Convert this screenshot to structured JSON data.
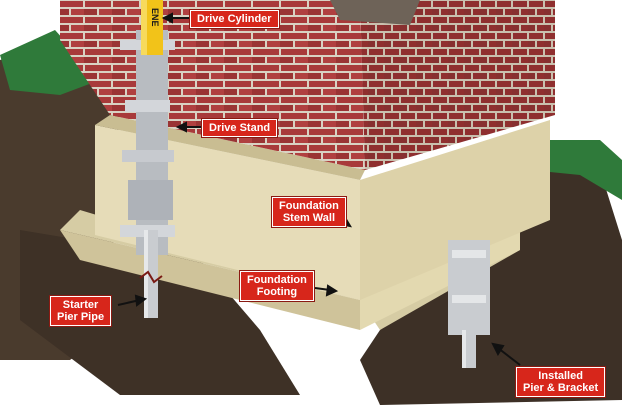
{
  "colors": {
    "callout_bg": "#d7261b",
    "callout_text": "#ffffff",
    "brick": "#a83a3a",
    "mortar": "#d9d2c3",
    "concrete": "#e6dcb8",
    "soil": "#4a3b2d",
    "grass": "#2f7a3a",
    "steel": "#c9ccd0",
    "drive_cylinder": "#f2c319"
  },
  "labels": {
    "drive_cylinder": "Drive Cylinder",
    "drive_stand": "Drive Stand",
    "stem_wall": [
      "Foundation",
      "Stem Wall"
    ],
    "footing": [
      "Foundation",
      "Footing"
    ],
    "starter_pipe": [
      "Starter",
      "Pier Pipe"
    ],
    "installed_pier": [
      "Installed",
      "Pier & Bracket"
    ]
  },
  "cylinder_text": "ENE"
}
